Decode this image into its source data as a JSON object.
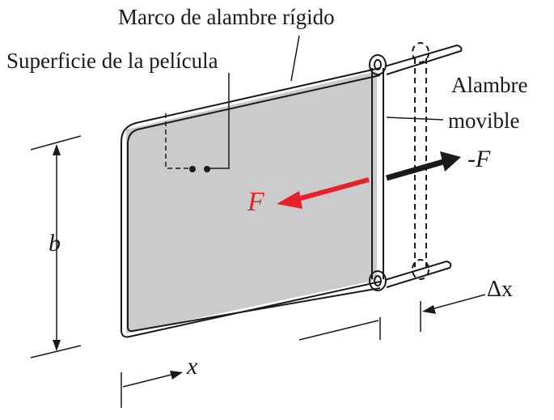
{
  "labels": {
    "frame": "Marco de alambre rígido",
    "film_surface": "Superficie de la película",
    "movable_wire_line1": "Alambre",
    "movable_wire_line2": "movible",
    "force_right": "-F",
    "force_left": "F",
    "height": "b",
    "width": "x",
    "delta": "Δx"
  },
  "colors": {
    "film": "#cbcbcb",
    "wire": "#1a1a1a",
    "force_film": "#e8202a",
    "force_applied": "#1a1a1a"
  }
}
